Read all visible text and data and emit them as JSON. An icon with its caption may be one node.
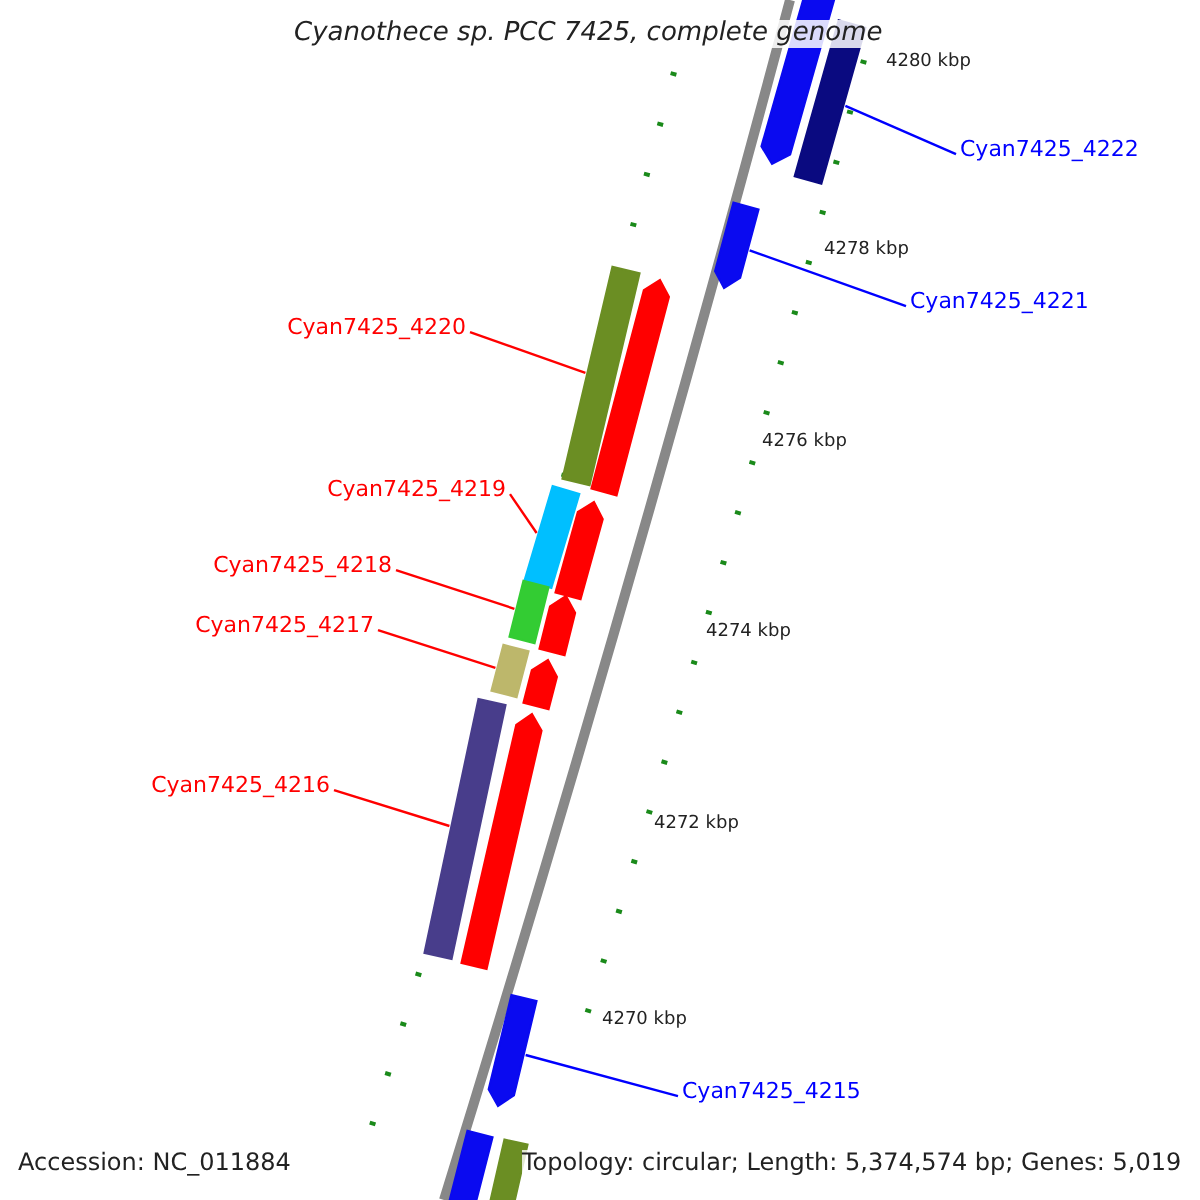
{
  "diagram": {
    "title": "Cyanothece sp. PCC 7425, complete genome",
    "nodes": [
      {
        "text": [
          "Cyan7425_4222"
        ]
      },
      {
        "text": [],
        "shape": "bar"
      },
      {
        "text": [
          "Cyan7425_4221"
        ]
      },
      {
        "text": [],
        "shape": "arrow"
      },
      {
        "text": [
          "Cyan7425_4220"
        ]
      },
      {
        "text": [],
        "shape": "bar"
      },
      {
        "text": [
          "Cyan7425_4219"
        ]
      },
      {
        "text": [],
        "shape": "bar"
      },
      {
        "text": [
          "Cyan7425_4218"
        ]
      },
      {
        "text": [],
        "shape": "bar"
      },
      {
        "text": [
          "Cyan7425_4217"
        ]
      },
      {
        "text": [],
        "shape": "bar"
      },
      {
        "text": [
          "Cyan7425_4216"
        ]
      },
      {
        "text": [],
        "shape": "bar"
      },
      {
        "text": [
          "Cyan7425_4215"
        ]
      },
      {
        "text": [],
        "shape": "arrow"
      },
      {
        "text": [],
        "shape": "arrow"
      },
      {
        "text": [],
        "shape": "arrow"
      },
      {
        "text": [],
        "shape": "arrow"
      },
      {
        "text": [],
        "shape": "arrow"
      },
      {
        "text": [],
        "shape": "arrow"
      },
      {
        "text": [],
        "shape": "arrow"
      },
      {
        "text": [],
        "shape": "bar"
      },
      {
        "text": [],
        "shape": "bar"
      }
    ],
    "edges": [
      {
        "from": 0,
        "to": 1,
        "arrow": "none",
        "color": "#0000ff"
      },
      {
        "from": 2,
        "to": 3,
        "arrow": "none",
        "color": "#0000ff"
      },
      {
        "from": 4,
        "to": 5,
        "arrow": "none"
      },
      {
        "from": 6,
        "to": 7,
        "arrow": "none"
      },
      {
        "from": 8,
        "to": 9,
        "arrow": "none"
      },
      {
        "from": 10,
        "to": 11,
        "arrow": "none"
      },
      {
        "from": 12,
        "to": 13,
        "arrow": "none"
      },
      {
        "from": 14,
        "to": 15,
        "arrow": "none",
        "color": "#0000ff"
      }
    ],
    "labels": [
      "4280 kbp",
      "4278 kbp",
      "4276 kbp",
      "4274 kbp",
      "4272 kbp",
      "4270 kbp",
      "Accession: NC_011884",
      "Topology: circular; Length: 5,374,574 bp; Genes: 5,019"
    ]
  }
}
